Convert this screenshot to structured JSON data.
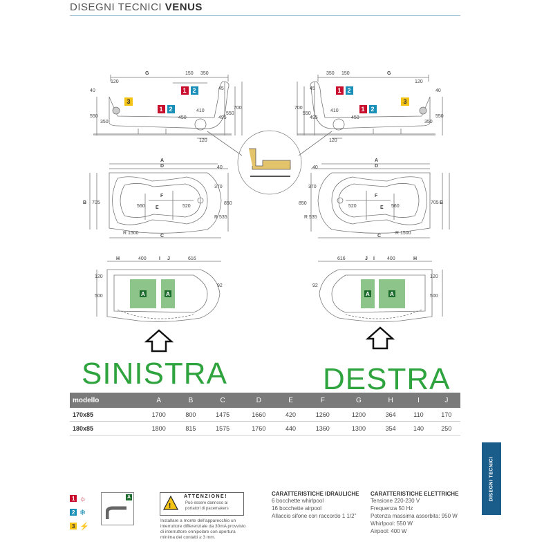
{
  "header": {
    "prefix": "DISEGNI TECNICI",
    "model": "VENUS"
  },
  "labels": {
    "left": "SINISTRA",
    "right": "DESTRA"
  },
  "drawing": {
    "dims": {
      "G": "G",
      "A": "A",
      "D": "D",
      "B": "B",
      "C": "C",
      "E": "E",
      "F": "F",
      "H": "H",
      "I": "I",
      "J": "J"
    },
    "left_top": {
      "w120": "120",
      "w150": "150",
      "w350": "350",
      "h40": "40",
      "h550": "550",
      "h350": "350",
      "h450": "450",
      "h410": "410",
      "h495": "495",
      "h550b": "550",
      "h700": "700",
      "h45": "45",
      "b120": "120"
    },
    "plan": {
      "d40": "40",
      "d705": "705",
      "d560": "560",
      "d520": "520",
      "d370": "370",
      "d850": "850",
      "r535": "R 535",
      "r1500": "R 1500"
    },
    "jets": {
      "d400": "400",
      "d616": "616",
      "d120": "120",
      "d500": "500",
      "d92": "92",
      "zone": "A"
    },
    "badges": {
      "b1": "1",
      "b2": "2",
      "b3": "3"
    }
  },
  "table": {
    "headers": [
      "modello",
      "A",
      "B",
      "C",
      "D",
      "E",
      "F",
      "G",
      "H",
      "I",
      "J"
    ],
    "rows": [
      [
        "170x85",
        "1700",
        "800",
        "1475",
        "1660",
        "420",
        "1260",
        "1200",
        "364",
        "110",
        "170"
      ],
      [
        "180x85",
        "1800",
        "815",
        "1575",
        "1760",
        "440",
        "1360",
        "1300",
        "354",
        "140",
        "250"
      ]
    ]
  },
  "side_tab": "DISEGNI TECNICI",
  "legend": {
    "items": [
      "1",
      "2",
      "3"
    ],
    "zone": "A"
  },
  "warning": {
    "title": "ATTENZIONE!",
    "sub1": "Può essere dannoso ai",
    "sub2": "portatori di pacemakers",
    "body": "Installare a monte dell'apparecchio un interruttore differenziale da 30mA provvisto di interruttore onnipolare con apertura minima dei contatti ≥ 3 mm."
  },
  "hydraulic": {
    "title": "CARATTERISTICHE IDRAULICHE",
    "lines": [
      "6 bocchette whirlpool",
      "16 bocchette airpool",
      "Allaccio sifone con raccordo 1 1/2\""
    ]
  },
  "electric": {
    "title": "CARATTERISTICHE ELETTRICHE",
    "lines": [
      "Tensione 220-230 V",
      "Frequenza 50 Hz",
      "Potenza massima assorbita: 950 W",
      "Whirlpool: 550 W",
      "Airpool: 400 W"
    ]
  },
  "colors": {
    "green": "#2ea33e",
    "red": "#c8102e",
    "blue": "#1a8fb8",
    "yellow": "#f3c316",
    "tab": "#1a5d8a",
    "jetzone": "#8cc48a"
  }
}
